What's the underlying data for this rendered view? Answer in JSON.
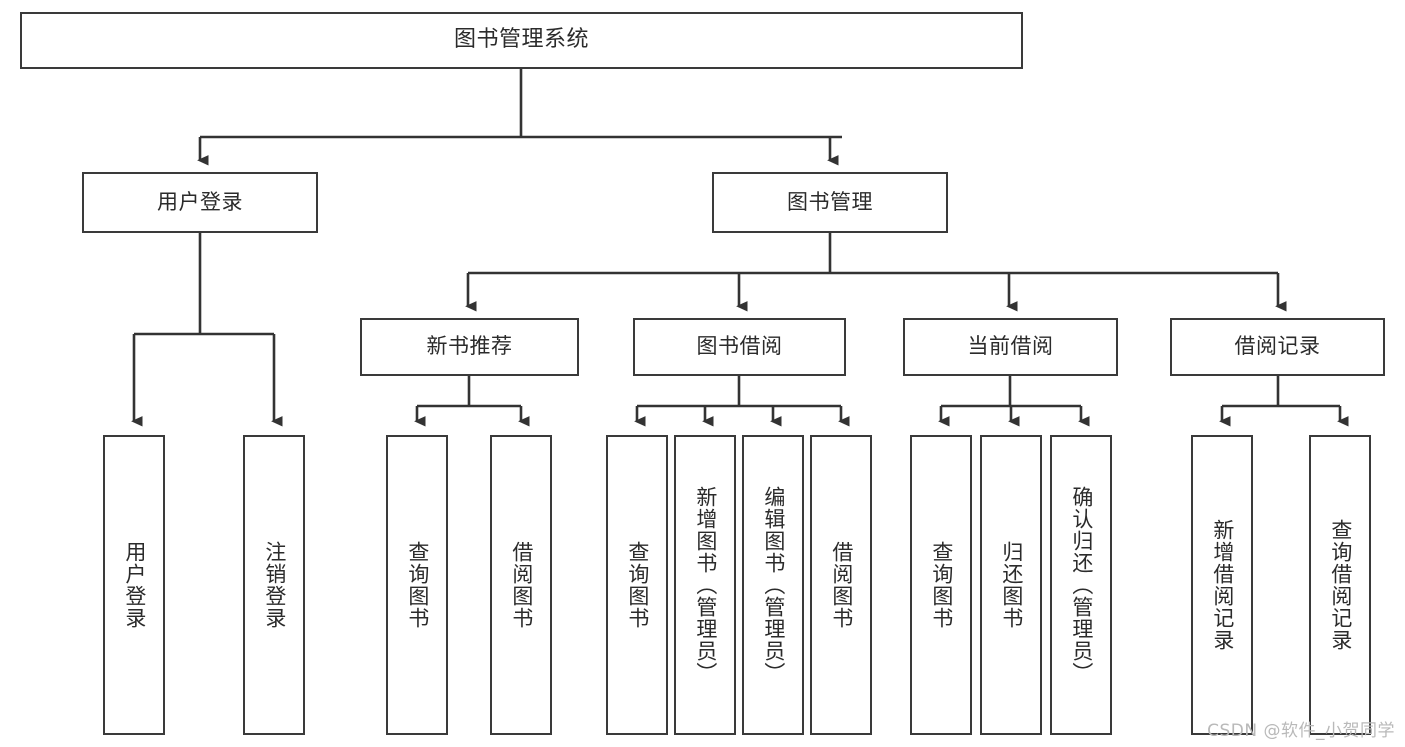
{
  "diagram": {
    "type": "tree-hierarchy-flowchart",
    "title": "图书管理系统",
    "root": {
      "id": "root",
      "label": "图书管理系统"
    },
    "level1": [
      {
        "id": "user-login",
        "label": "用户登录"
      },
      {
        "id": "book-management",
        "label": "图书管理"
      }
    ],
    "level2": [
      {
        "id": "new-book-recommend",
        "label": "新书推荐",
        "parent": "book-management"
      },
      {
        "id": "book-borrow",
        "label": "图书借阅",
        "parent": "book-management"
      },
      {
        "id": "current-borrow",
        "label": "当前借阅",
        "parent": "book-management"
      },
      {
        "id": "borrow-record",
        "label": "借阅记录",
        "parent": "book-management"
      }
    ],
    "leaves": {
      "user-login": [
        {
          "id": "leaf-user-login",
          "label": "用户登录"
        },
        {
          "id": "leaf-logout",
          "label": "注销登录"
        }
      ],
      "new-book-recommend": [
        {
          "id": "leaf-query-book-1",
          "label": "查询图书"
        },
        {
          "id": "leaf-borrow-book-1",
          "label": "借阅图书"
        }
      ],
      "book-borrow": [
        {
          "id": "leaf-query-book-2",
          "label": "查询图书"
        },
        {
          "id": "leaf-add-book",
          "label": "新增图书（管理员）"
        },
        {
          "id": "leaf-edit-book",
          "label": "编辑图书（管理员）"
        },
        {
          "id": "leaf-borrow-book-2",
          "label": "借阅图书"
        }
      ],
      "current-borrow": [
        {
          "id": "leaf-query-book-3",
          "label": "查询图书"
        },
        {
          "id": "leaf-return-book",
          "label": "归还图书"
        },
        {
          "id": "leaf-confirm-return",
          "label": "确认归还（管理员）"
        }
      ],
      "borrow-record": [
        {
          "id": "leaf-add-record",
          "label": "新增借阅记录"
        },
        {
          "id": "leaf-query-record",
          "label": "查询借阅记录"
        }
      ]
    }
  },
  "watermark": {
    "text": "CSDN @软件_小贺同学"
  },
  "colors": {
    "background": "#ffffff",
    "box_border": "#3a3a3a",
    "box_fill": "#ffffff",
    "text": "#2b2b2b",
    "connector": "#333333",
    "watermark": "#b9b9b9"
  }
}
